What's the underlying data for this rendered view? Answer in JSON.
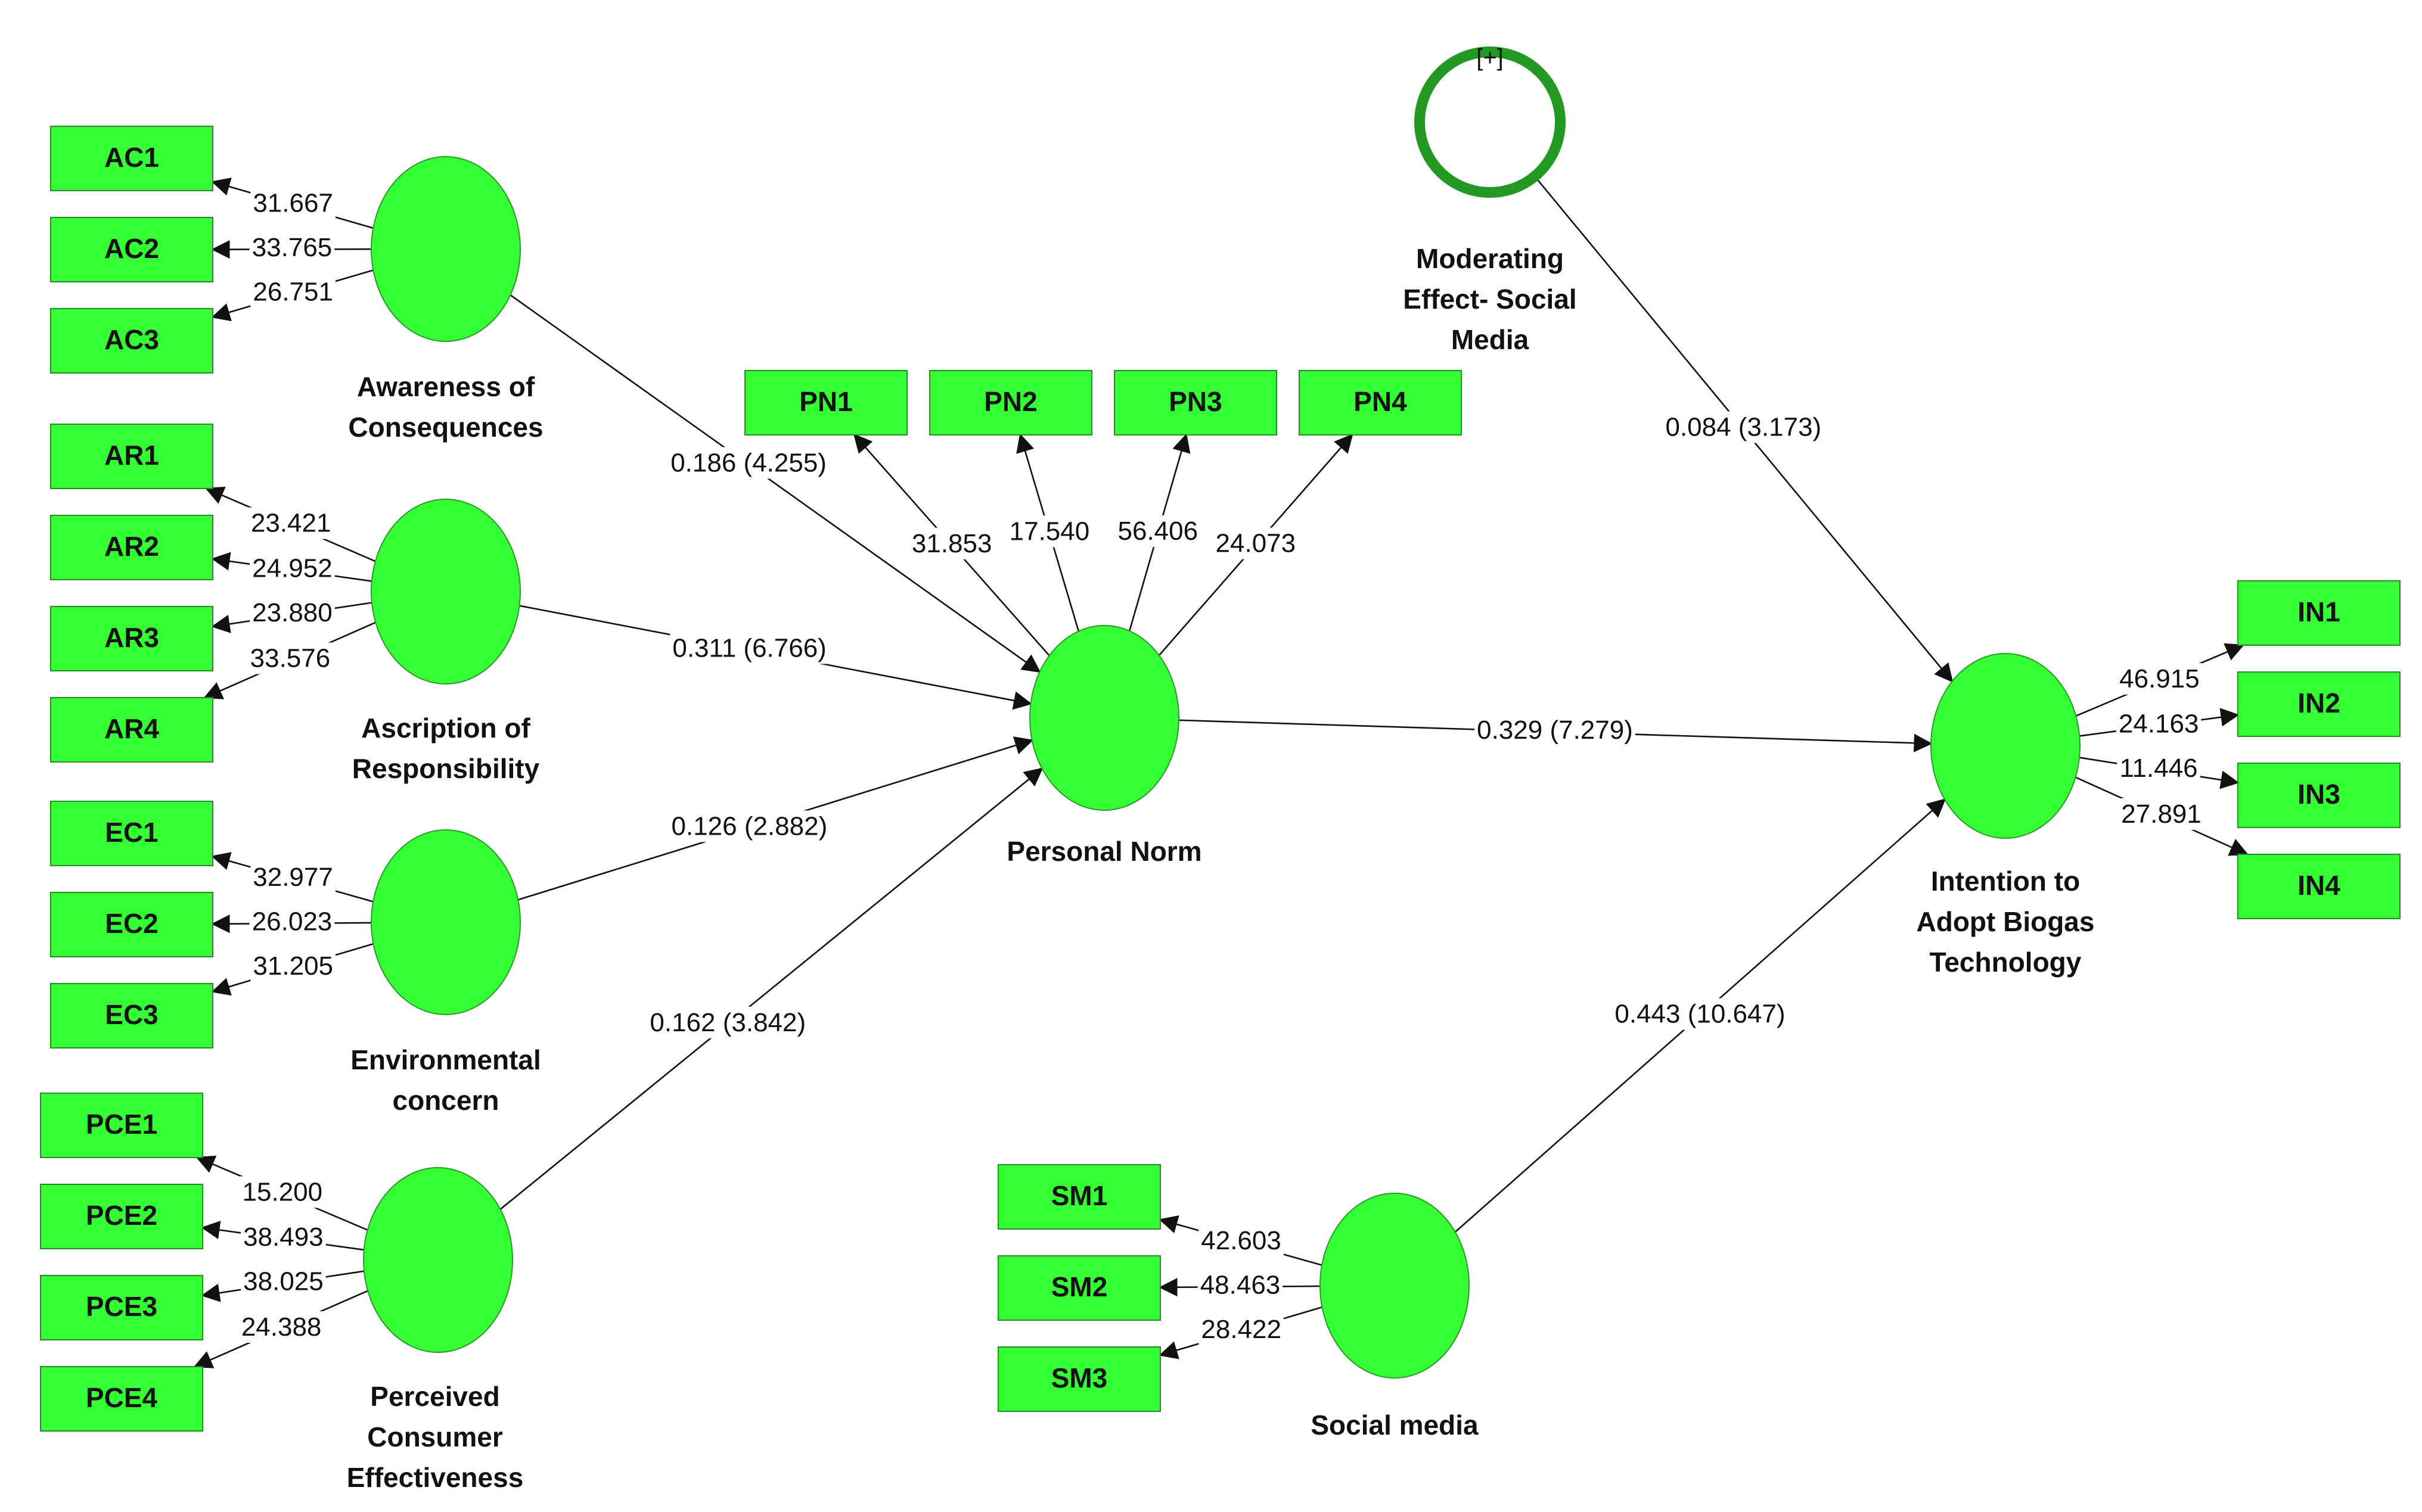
{
  "nodes": {
    "awareness": {
      "text": [
        "Awareness of",
        "Consequences"
      ]
    },
    "ascription": {
      "text": [
        "Ascription of",
        "Responsibility"
      ]
    },
    "environmental": {
      "text": [
        "Environmental",
        "concern"
      ]
    },
    "perceived": {
      "text": [
        "Perceived",
        "Consumer",
        "Effectiveness"
      ]
    },
    "personal_norm": {
      "text": [
        "Personal Norm"
      ]
    },
    "moderating": {
      "text": [
        "Moderating",
        "Effect- Social",
        "Media"
      ],
      "badge": "[+]"
    },
    "intention": {
      "text": [
        "Intention to",
        "Adopt Biogas",
        "Technology"
      ]
    },
    "social_media": {
      "text": [
        "Social media"
      ]
    }
  },
  "indicators": {
    "AC1": "AC1",
    "AC2": "AC2",
    "AC3": "AC3",
    "AR1": "AR1",
    "AR2": "AR2",
    "AR3": "AR3",
    "AR4": "AR4",
    "EC1": "EC1",
    "EC2": "EC2",
    "EC3": "EC3",
    "PCE1": "PCE1",
    "PCE2": "PCE2",
    "PCE3": "PCE3",
    "PCE4": "PCE4",
    "PN1": "PN1",
    "PN2": "PN2",
    "PN3": "PN3",
    "PN4": "PN4",
    "IN1": "IN1",
    "IN2": "IN2",
    "IN3": "IN3",
    "IN4": "IN4",
    "SM1": "SM1",
    "SM2": "SM2",
    "SM3": "SM3"
  },
  "loadings": {
    "AC1": "31.667",
    "AC2": "33.765",
    "AC3": "26.751",
    "AR1": "23.421",
    "AR2": "24.952",
    "AR3": "23.880",
    "AR4": "33.576",
    "EC1": "32.977",
    "EC2": "26.023",
    "EC3": "31.205",
    "PCE1": "15.200",
    "PCE2": "38.493",
    "PCE3": "38.025",
    "PCE4": "24.388",
    "PN1": "31.853",
    "PN2": "17.540",
    "PN3": "56.406",
    "PN4": "24.073",
    "IN1": "46.915",
    "IN2": "24.163",
    "IN3": "11.446",
    "IN4": "27.891",
    "SM1": "42.603",
    "SM2": "48.463",
    "SM3": "28.422"
  },
  "paths": {
    "awareness_pn": "0.186 (4.255)",
    "ascription_pn": "0.311 (6.766)",
    "environmental_pn": "0.126 (2.882)",
    "perceived_pn": "0.162 (3.842)",
    "pn_intention": "0.329 (7.279)",
    "moderating_intention": "0.084 (3.173)",
    "social_intention": "0.443 (10.647)"
  },
  "colors": {
    "node_fill": "#33ff33",
    "moderator_ring": "#229922",
    "edge": "#111111"
  }
}
